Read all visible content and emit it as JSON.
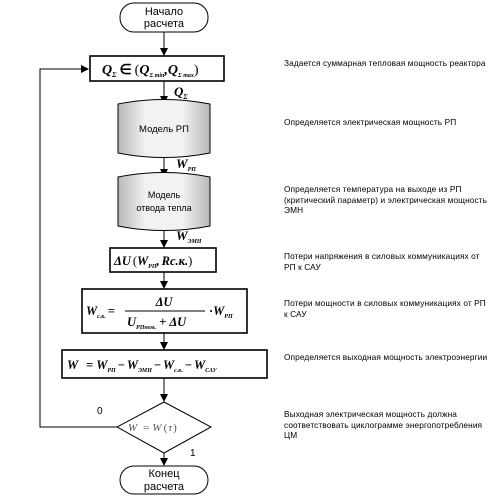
{
  "start": {
    "line1": "Начало",
    "line2": "расчета"
  },
  "end": {
    "line1": "Конец",
    "line2": "расчета"
  },
  "box1": {
    "q": "Q",
    "sub": "Σ",
    "in": "∈",
    "open": "(",
    "q_min": "Q",
    "sub_min": "Σ min",
    "comma": ",",
    "q_max": "Q",
    "sub_max": "Σ max",
    "close": ")"
  },
  "arrow1": {
    "q": "Q",
    "sub": "Σ"
  },
  "box2": {
    "label": "Модель РП"
  },
  "arrow2": {
    "w": "W",
    "sub": "РП"
  },
  "box3": {
    "line1": "Модель",
    "line2": "отвода тепла"
  },
  "arrow3": {
    "w": "W",
    "sub": "ЭМН"
  },
  "box4": {
    "delta": "ΔU",
    "open": "(",
    "w": "W",
    "sub": "РП",
    "comma": ",",
    "rc": "Rc.к.",
    "close": ")"
  },
  "box5": {
    "w": "W",
    "sub": "с.к.",
    "eq": "=",
    "num": "ΔU",
    "den_u": "U",
    "den_sub": "РПном.",
    "den_plus": "+ ΔU",
    "times": "·",
    "w2": "W",
    "sub2": "РП"
  },
  "box6": {
    "w": "W",
    "eq": "=",
    "t1": "W",
    "s1": "РП",
    "m1": "−",
    "t2": "W",
    "s2": "ЭМН",
    "m2": "−",
    "t3": "W",
    "s3": "с.к.",
    "m3": "−",
    "t4": "W",
    "s4": "САУ"
  },
  "diamond": {
    "w": "W",
    "eq": "=",
    "rhs": "W",
    "open": "(",
    "tau": "τ",
    "close": ")"
  },
  "branch": {
    "no": "0",
    "yes": "1"
  },
  "descriptions": [
    "Задается суммарная тепловая мощность реактора",
    "Определяется электрическая мощность РП",
    "Определяется температура на выходе из РП (критический параметр) и электрическая мощность ЭМН",
    "Потери напряжения в силовых коммуникациях от РП к САУ",
    "Потери мощности в силовых коммуникациях от РП к САУ",
    "Определяется выходная мощность электроэнергии",
    "Выходная электрическая мощность должна соответствовать циклограмме энергопотребления ЦМ"
  ]
}
